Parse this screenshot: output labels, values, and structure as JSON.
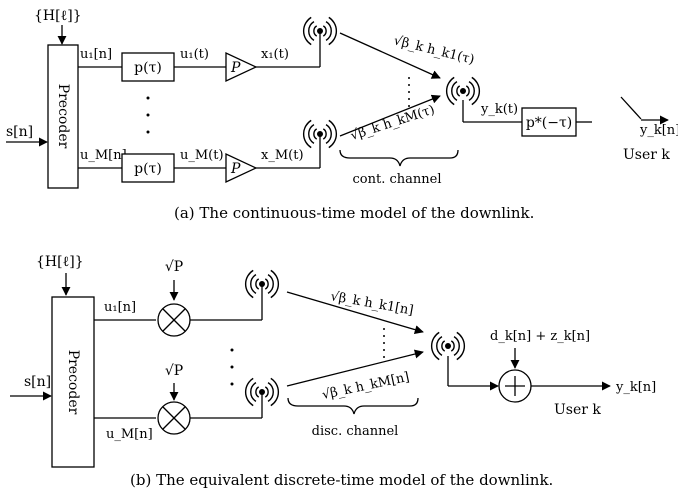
{
  "top": {
    "channel_input": "{H[ℓ]}",
    "signal_input": "s[n]",
    "precoder": "Precoder",
    "u1n": "u₁[n]",
    "uMn": "u_M[n]",
    "pulse1": "p(τ)",
    "pulseM": "p(τ)",
    "u1t": "u₁(t)",
    "uMt": "u_M(t)",
    "amp1": "P",
    "ampM": "P",
    "x1t": "x₁(t)",
    "xMt": "x_M(t)",
    "h1": "√β_k h_k1(τ)",
    "hM": "√β_k h_kM(τ)",
    "brace_label": "cont. channel",
    "ykt": "y_k(t)",
    "matched_filter": "p*(−τ)",
    "ykn": "y_k[n]",
    "user": "User k",
    "caption": "(a) The continuous-time model of the downlink."
  },
  "bottom": {
    "channel_input": "{H[ℓ]}",
    "signal_input": "s[n]",
    "precoder": "Precoder",
    "u1n": "u₁[n]",
    "uMn": "u_M[n]",
    "sqrtP1": "√P",
    "sqrtPM": "√P",
    "h1": "√β_k h_k1[n]",
    "hM": "√β_k h_kM[n]",
    "brace_label": "disc. channel",
    "noise": "d_k[n] + z_k[n]",
    "ykn": "y_k[n]",
    "user": "User k",
    "caption": "(b) The equivalent discrete-time model of the downlink."
  }
}
